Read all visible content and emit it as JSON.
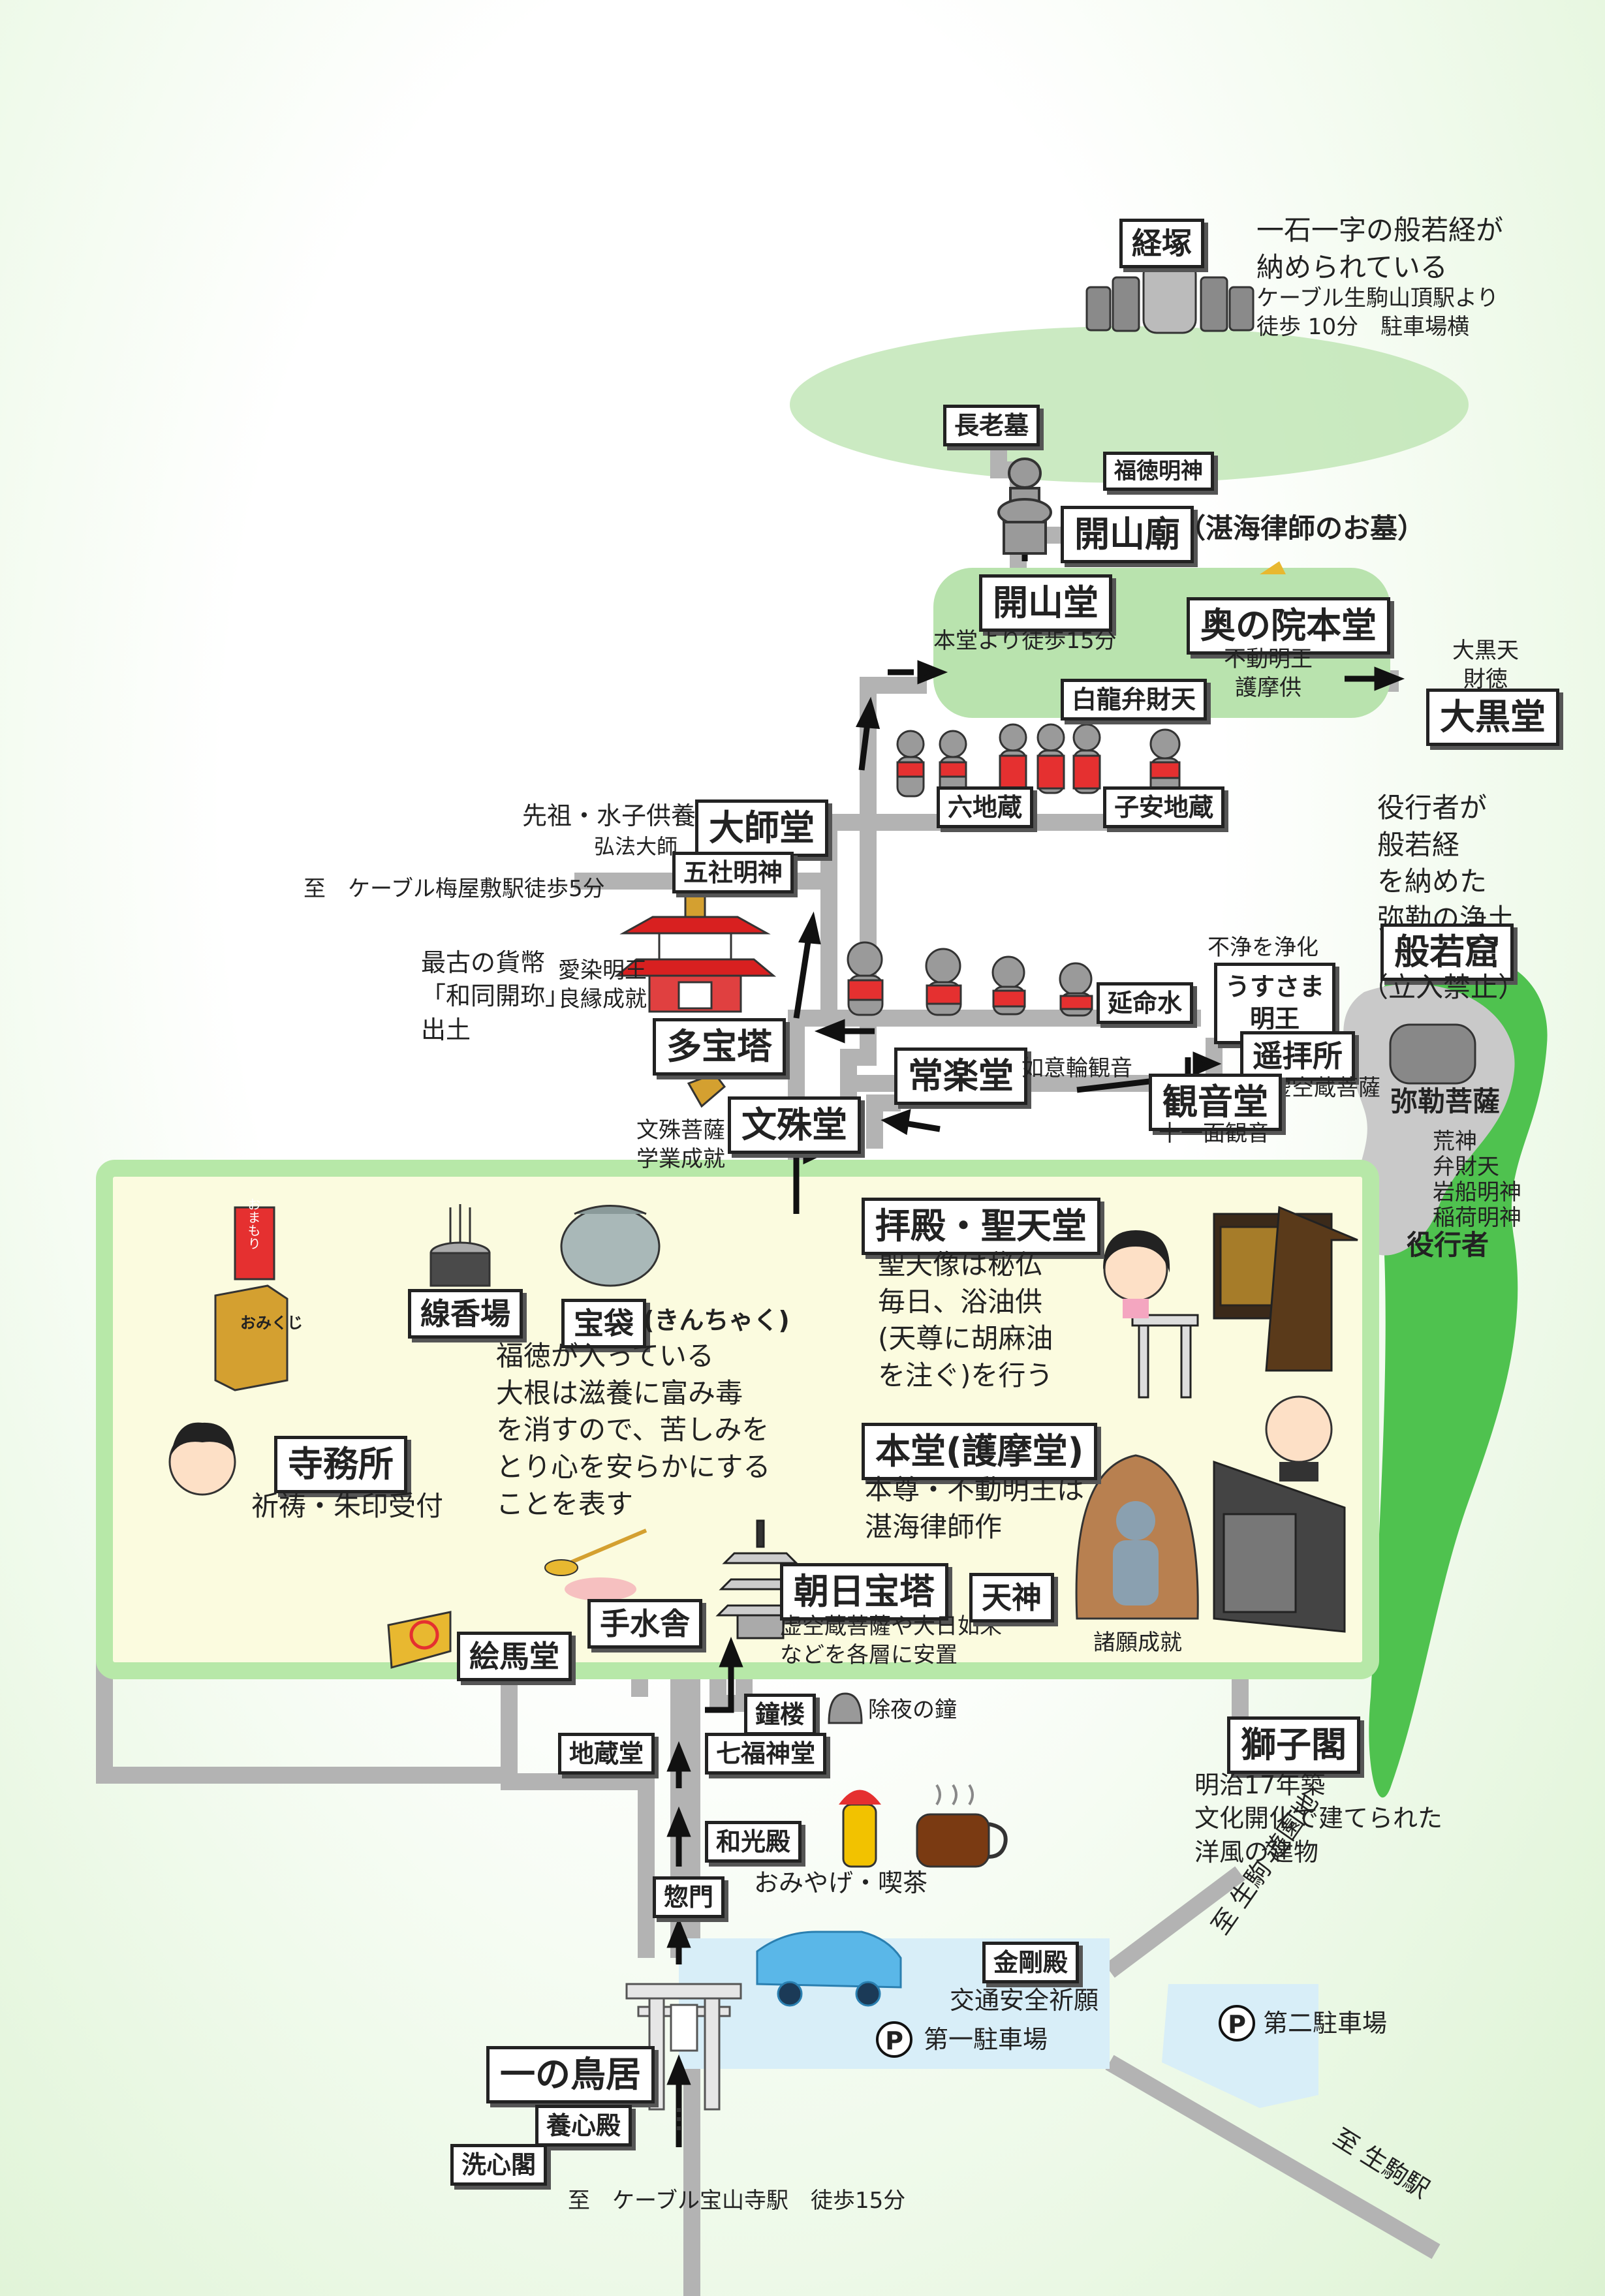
{
  "colors": {
    "path": "#b3b3b3",
    "plaza": "#fbfbdf",
    "plaza_border": "#b7e8a8",
    "mountain": "#b9e3ae",
    "forest": "#4fc24f",
    "parking": "#d8eef8",
    "car": "#5ab7e8"
  },
  "kyozuka": {
    "title": "経塚",
    "desc": [
      "一石一字の般若経が",
      "納められている"
    ],
    "access": [
      "ケーブル生駒山頂駅より",
      "徒歩 10分　駐車場横"
    ]
  },
  "chorobo": "長老墓",
  "fukutoku_myojin": "福徳明神",
  "kaisanbyo": {
    "title": "開山廟",
    "note": "（湛海律師のお墓）"
  },
  "kaisando": {
    "title": "開山堂",
    "note": "本堂より徒歩15分"
  },
  "okunoin": {
    "title": "奥の院本堂",
    "desc": [
      "不動明王",
      "護摩供"
    ]
  },
  "hakuryu": "白龍弁財天",
  "daikokudo": {
    "title": "大黒堂",
    "desc": [
      "大黒天",
      "財徳"
    ]
  },
  "rokujizo": "六地蔵",
  "koyasu": "子安地蔵",
  "daishido": {
    "title": "大師堂",
    "desc": [
      "先祖・水子供養",
      "弘法大師"
    ]
  },
  "gosha": "五社明神",
  "umeyashiki": "至　ケーブル梅屋敷駅徒歩5分",
  "hannyakutsu": {
    "intro": [
      "役行者が",
      "般若経",
      "を納めた",
      "弥勒の浄土"
    ],
    "title": "般若窟",
    "note": "（立入禁止）"
  },
  "miroku": "弥勒菩薩",
  "kojin": [
    "荒神",
    "弁財天",
    "岩船明神",
    "稲荷明神"
  ],
  "gyoja": "役行者",
  "kahei": [
    "最古の貨幣",
    "「和同開珎」",
    "出土"
  ],
  "aizen": [
    "愛染明王",
    "良縁成就"
  ],
  "usu": {
    "top": "不浄を浄化",
    "title": [
      "うすさま",
      "明王"
    ]
  },
  "enmeisui": "延命水",
  "tahoto": "多宝塔",
  "yohaisho": "遥拝所",
  "kokuzo": "虚空蔵菩薩",
  "jorakudo": {
    "title": "常楽堂",
    "note": "如意輪観音"
  },
  "kannondo": {
    "title": "観音堂",
    "note": "十一面観音"
  },
  "monjudo": {
    "title": "文殊堂",
    "desc": [
      "文殊菩薩",
      "学業成就"
    ]
  },
  "haiden": {
    "title": "拝殿・聖天堂",
    "desc": [
      "聖天像は秘仏",
      "毎日、浴油供",
      "(天尊に胡麻油",
      "を注ぐ)を行う"
    ]
  },
  "hondo": {
    "title": "本堂(護摩堂)",
    "desc": [
      "本尊・不動明王は",
      "湛海律師作"
    ],
    "wish": "諸願成就"
  },
  "senkoba": "線香場",
  "kinchaku": {
    "title": "宝袋",
    "reading": "(きんちゃく)",
    "desc": [
      "福徳が入っている",
      "大根は滋養に富み毒",
      "を消すので、苦しみを",
      "とり心を安らかにする",
      "ことを表す"
    ]
  },
  "omamori": "おまもり",
  "omikuji": "おみくじ",
  "jimusho": {
    "title": "寺務所",
    "note": "祈祷・朱印受付"
  },
  "temizuya": "手水舎",
  "emado": "絵馬堂",
  "asahi": {
    "title": "朝日宝塔",
    "desc": [
      "虚空蔵菩薩や大日如来",
      "などを各層に安置"
    ]
  },
  "tenjin": "天神",
  "shoro": "鐘楼",
  "joya": "除夜の鐘",
  "shichifuku": "七福神堂",
  "jizodo": "地蔵堂",
  "shishikaku": {
    "title": "獅子閣",
    "desc": [
      "明治17年築",
      "文化開化で建てられた",
      "洋風の建物"
    ]
  },
  "wakoden": {
    "title": "和光殿",
    "note": "おみやげ・喫茶"
  },
  "somon": "惣門",
  "kongoden": {
    "title": "金剛殿",
    "note": "交通安全祈願"
  },
  "parking1": "第一駐車場",
  "parking2": "第二駐車場",
  "parking_mark": "P",
  "yuenchi": [
    "至",
    "生駒",
    "遊園地"
  ],
  "ikoma_eki": [
    "至",
    "生駒駅"
  ],
  "torii": "一の鳥居",
  "yoshinden": "養心殿",
  "senshinkaku": "洗心閣",
  "hozanji": "至　ケーブル宝山寺駅　徒歩15分"
}
